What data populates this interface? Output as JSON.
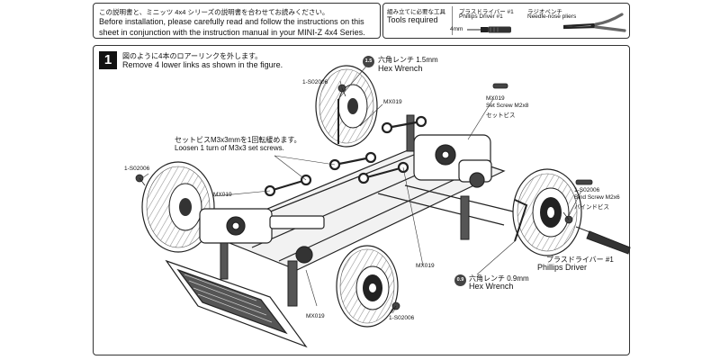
{
  "header": {
    "jp": "この説明書と、ミニッツ 4x4 シリーズの説明書を合わせてお読みください。",
    "en_line1": "Before installation, please carefully read and follow the instructions on this",
    "en_line2": "sheet in conjunction with the instruction manual in your MINI-Z 4x4 Series."
  },
  "tools": {
    "title_jp": "組み立てに必要な工具",
    "title_en": "Tools required",
    "driver_jp": "プラスドライバー #1",
    "driver_en": "Phillips Driver #1",
    "driver_size": "4mm",
    "pliers_jp": "ラジオペンチ",
    "pliers_en": "Needle-nose pliers"
  },
  "step": {
    "number": "1",
    "jp": "図のように4本のロアーリンクを外します。",
    "en": "Remove 4 lower links as shown in the figure."
  },
  "callouts": {
    "hex15_badge": "1.5",
    "hex15_jp": "六角レンチ 1.5mm",
    "hex15_en": "Hex Wrench",
    "hex09_badge": "0.9",
    "hex09_jp": "六角レンチ 0.9mm",
    "hex09_en": "Hex Wrench",
    "setscrew_jp": "セットビスM3x3mmを1回転緩めます。",
    "setscrew_en": "Loosen 1 turn of M3x3 set screws.",
    "setscrew_part": "MX019",
    "setscrew_name": "Set Screw M2x8",
    "setscrew_name_jp": "セットビス",
    "bind_part": "1-S02006",
    "bind_name": "Bind Screw M2x6",
    "bind_name_jp": "バインドビス",
    "driver_jp": "プラスドライバー #1",
    "driver_en": "Phillips Driver",
    "part_s02006": "1-S02006",
    "part_mx019": "MX019"
  }
}
